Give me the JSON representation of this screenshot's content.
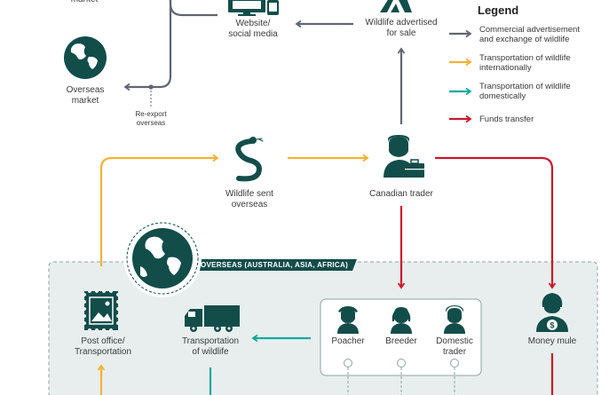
{
  "nodes": {
    "overseas_market_top": "market",
    "website": "Website/\nsocial media",
    "wildlife_advertised": "Wildlife advertised\nfor sale",
    "overseas_market": "Overseas\nmarket",
    "re_export": "Re-export\noverseas",
    "wildlife_sent": "Wildlife sent\noverseas",
    "canadian_trader": "Canadian trader",
    "post_office": "Post office/\nTransportation",
    "transportation": "Transportation\nof wildlife",
    "poacher": "Poacher",
    "breeder": "Breeder",
    "domestic_trader": "Domestic\ntrader",
    "money_mule": "Money mule"
  },
  "region_label": "OVERSEAS (AUSTRALIA, ASIA, AFRICA)",
  "legend": {
    "title": "Legend",
    "items": [
      {
        "label": "Commercial advertisement\nand exchange of wildlife",
        "color": "#5f6670"
      },
      {
        "label": "Transportation of wildlife\ninternationally",
        "color": "#f2b233"
      },
      {
        "label": "Transportation of wildlife\ndomestically",
        "color": "#13a89e"
      },
      {
        "label": "Funds transfer",
        "color": "#c8182c"
      }
    ]
  },
  "colors": {
    "icon": "#124d4a",
    "region_fill": "#e8eeee",
    "region_border": "#8ea3a3"
  }
}
